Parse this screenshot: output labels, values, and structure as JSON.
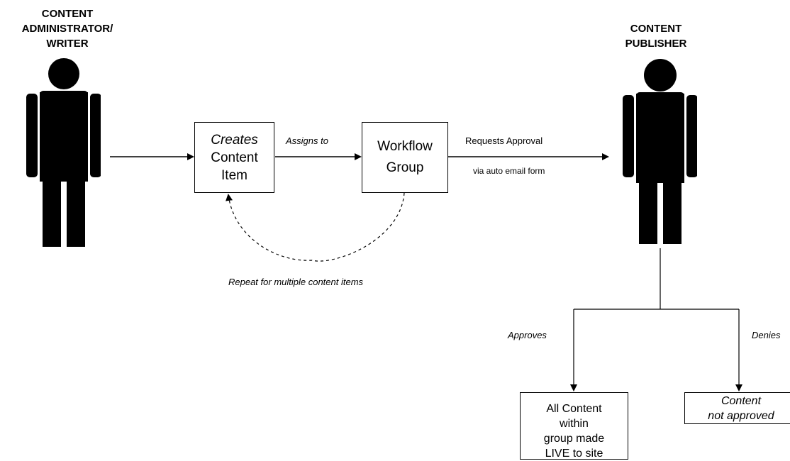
{
  "writer": {
    "title_lines": [
      "CONTENT",
      "ADMINISTRATOR/",
      "WRITER"
    ]
  },
  "publisher": {
    "title_lines": [
      "CONTENT",
      "PUBLISHER"
    ]
  },
  "creates_box": {
    "line1": "Creates",
    "line2": "Content",
    "line3": "Item"
  },
  "workflow_box": {
    "line1": "Workflow",
    "line2": "Group"
  },
  "labels": {
    "assigns_to": "Assigns to",
    "requests_approval": "Requests Approval",
    "via_email": "via auto email form",
    "repeat": "Repeat for multiple content items",
    "approves": "Approves",
    "denies": "Denies"
  },
  "approved_box": {
    "lines": [
      "All Content",
      "within",
      "group made",
      "LIVE to site"
    ]
  },
  "denied_box": {
    "lines": [
      "Content",
      "not approved"
    ]
  },
  "icons": {
    "person": "person-icon"
  },
  "colors": {
    "figure": "#000000",
    "line": "#000000",
    "background": "#ffffff"
  }
}
